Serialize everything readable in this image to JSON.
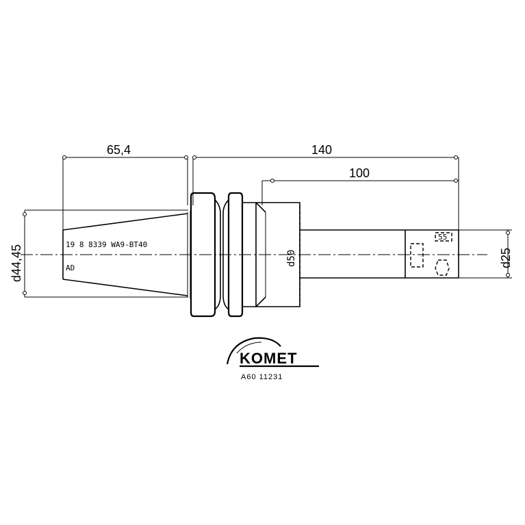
{
  "drawing": {
    "dimensions": {
      "taper_length": "65,4",
      "overall_length": "140",
      "projection_length": "100",
      "flange_diameter": "d44,45",
      "body_diameter": "d50",
      "bore_diameter": "d25"
    },
    "taper_spec": "19 8 8339 WA9-BT40",
    "marking_ad": "AD",
    "bore_tag": "55",
    "logo": {
      "brand": "KOMET",
      "article_number": "A60 11231"
    }
  }
}
